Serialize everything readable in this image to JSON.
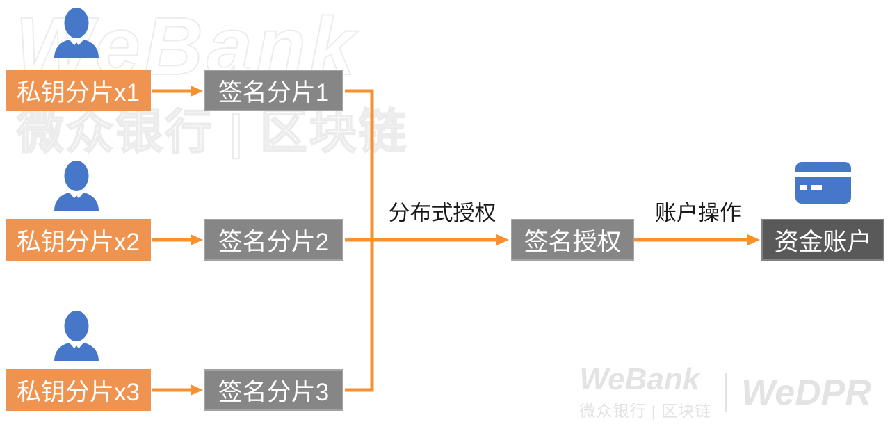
{
  "colors": {
    "accent-orange": "#EF9450",
    "arrow-orange": "#F8902F",
    "box-gray": "#868686",
    "box-gray-border": "#a3a3a3",
    "box-dark": "#595959",
    "box-dark-border": "#828282",
    "icon-blue": "#4777C8",
    "label-dark": "#1a1a1a",
    "watermark-gray": "#e3e3e3",
    "watermark-outline": "#ececec"
  },
  "nodes": {
    "key1": {
      "label": "私钥分片x1"
    },
    "key2": {
      "label": "私钥分片x2"
    },
    "key3": {
      "label": "私钥分片x3"
    },
    "sig1": {
      "label": "签名分片1"
    },
    "sig2": {
      "label": "签名分片2"
    },
    "sig3": {
      "label": "签名分片3"
    },
    "auth": {
      "label": "签名授权"
    },
    "fund": {
      "label": "资金账户"
    }
  },
  "edge_labels": {
    "distributed_auth": "分布式授权",
    "account_operation": "账户操作"
  },
  "icons": {
    "user": "user-icon",
    "card": "credit-card-icon"
  },
  "watermarks": {
    "center_logo": "WeBank",
    "center_sub": "微众银行 | 区块链",
    "corner_logo": "WeBank",
    "corner_sub": "微众银行 | 区块链",
    "corner_brand": "WeDPR"
  }
}
